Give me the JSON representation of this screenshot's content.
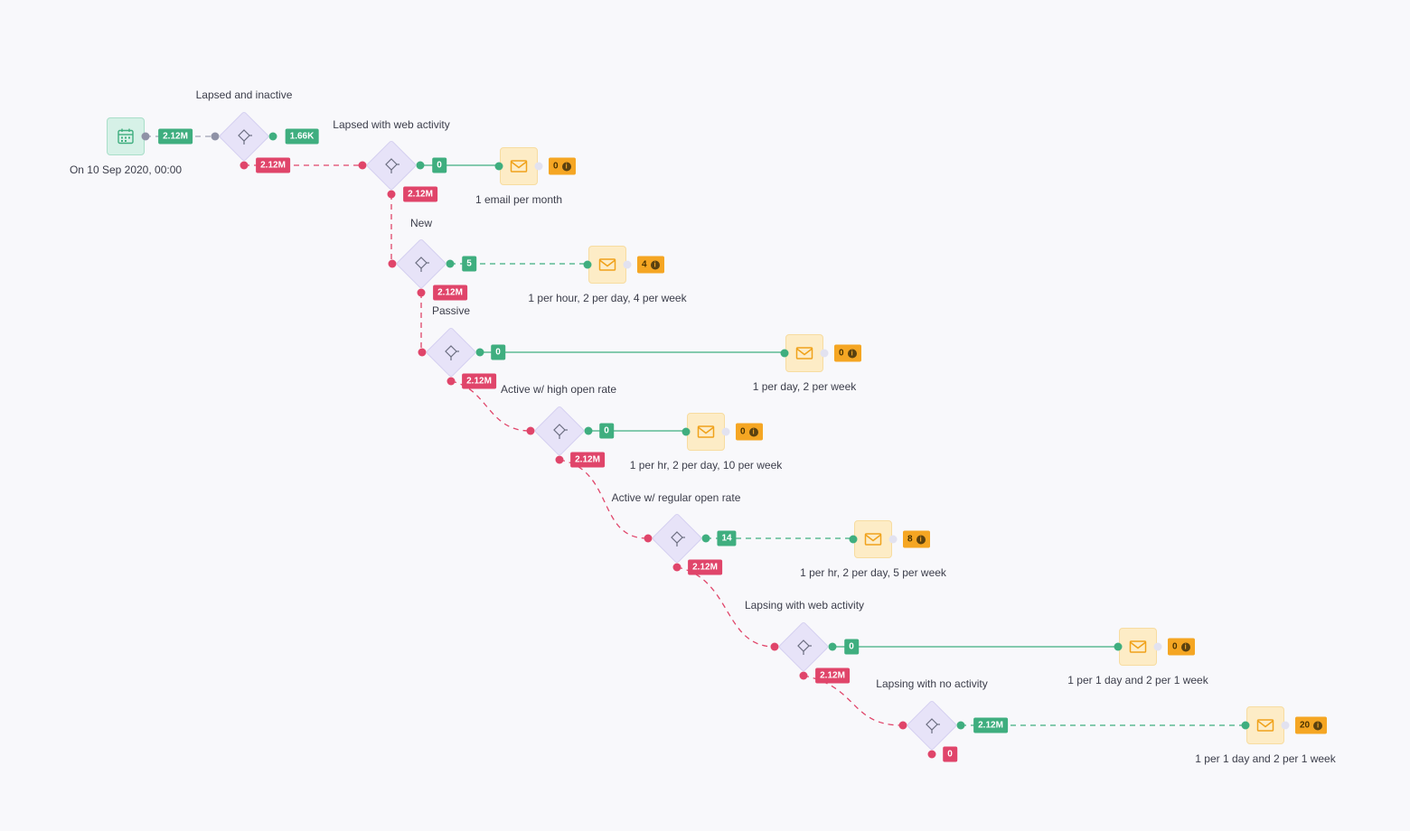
{
  "trigger": {
    "label": "On 10 Sep 2020, 00:00",
    "out_count": "2.12M"
  },
  "splits": [
    {
      "title": "Lapsed and inactive",
      "yes": "1.66K",
      "no": "2.12M"
    },
    {
      "title": "Lapsed with web activity",
      "yes": "0",
      "no": "2.12M"
    },
    {
      "title": "New",
      "yes": "5",
      "no": "2.12M"
    },
    {
      "title": "Passive",
      "yes": "0",
      "no": "2.12M"
    },
    {
      "title": "Active w/ high open rate",
      "yes": "0",
      "no": "2.12M"
    },
    {
      "title": "Active w/ regular open rate",
      "yes": "14",
      "no": "2.12M"
    },
    {
      "title": "Lapsing with web activity",
      "yes": "0",
      "no": "2.12M"
    },
    {
      "title": "Lapsing with no activity",
      "yes": "2.12M",
      "no": "0"
    }
  ],
  "emails": [
    {
      "caption": "1 email per month",
      "count": "0",
      "info_icon": "info-icon"
    },
    {
      "caption": "1 per hour, 2 per day, 4 per week",
      "count": "4",
      "info_icon": "info-icon"
    },
    {
      "caption": "1 per day, 2 per week",
      "count": "0",
      "info_icon": "info-icon"
    },
    {
      "caption": "1 per hr, 2 per day, 10 per week",
      "count": "0",
      "info_icon": "info-icon"
    },
    {
      "caption": "1 per hr, 2 per day, 5 per week",
      "count": "8",
      "info_icon": "info-icon"
    },
    {
      "caption": "1 per 1 day and 2 per 1 week",
      "count": "0",
      "info_icon": "info-icon"
    },
    {
      "caption": "1 per 1 day and 2 per 1 week",
      "count": "20",
      "info_icon": "info-icon"
    }
  ],
  "colors": {
    "yes_path": "#3fae7f",
    "no_path": "#e0456a",
    "split_fill": "#e7e3f8",
    "email_fill": "#fdecc6",
    "trigger_fill": "#d6f1e7",
    "counter": "#f5a623"
  },
  "icons": {
    "trigger": "calendar-icon",
    "split": "split-icon",
    "email": "envelope-icon"
  }
}
